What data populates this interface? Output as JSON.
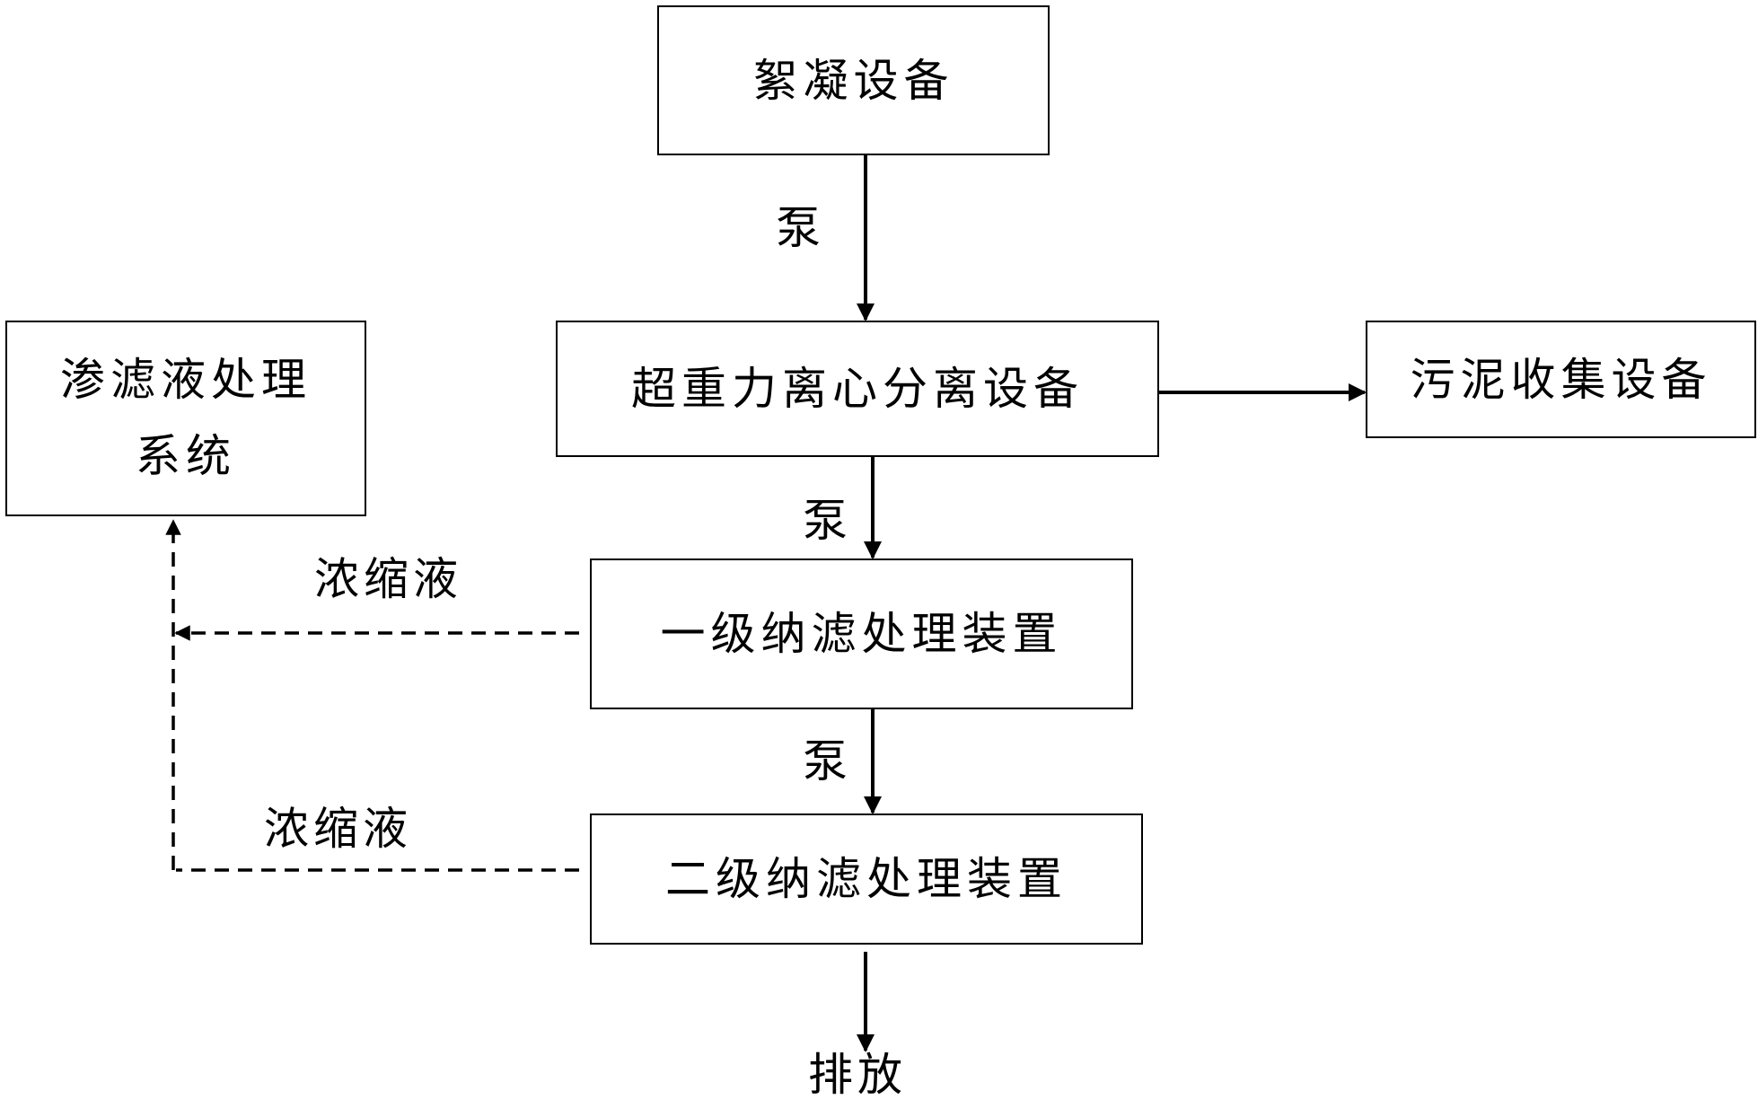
{
  "nodes": {
    "flocculation": "絮凝设备",
    "hypergravity": "超重力离心分离设备",
    "sludge": "污泥收集设备",
    "leachate_line1": "渗滤液处理",
    "leachate_line2": "系统",
    "nf1": "一级纳滤处理装置",
    "nf2": "二级纳滤处理装置"
  },
  "edge_labels": {
    "pump_1": "泵",
    "pump_2": "泵",
    "pump_3": "泵",
    "concentrate_1": "浓缩液",
    "concentrate_2": "浓缩液",
    "discharge": "排放"
  },
  "colors": {
    "line": "#000000",
    "background": "#ffffff"
  }
}
